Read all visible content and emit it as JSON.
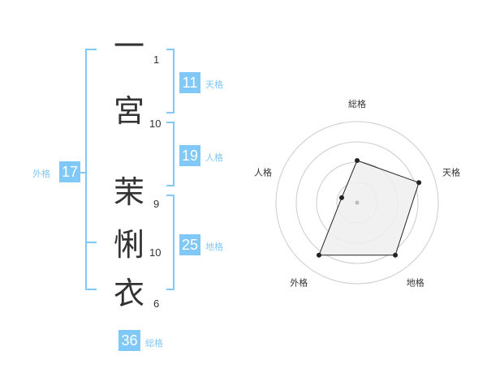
{
  "name": {
    "chars": [
      {
        "char": "一",
        "strokes": "1"
      },
      {
        "char": "宮",
        "strokes": "10"
      },
      {
        "char": "茉",
        "strokes": "9"
      },
      {
        "char": "悧",
        "strokes": "10"
      },
      {
        "char": "衣",
        "strokes": "6"
      }
    ]
  },
  "kaku": {
    "ten": {
      "value": "11",
      "label": "天格"
    },
    "jin": {
      "value": "19",
      "label": "人格"
    },
    "chi": {
      "value": "25",
      "label": "地格"
    },
    "gai": {
      "value": "17",
      "label": "外格"
    },
    "so": {
      "value": "36",
      "label": "総格"
    }
  },
  "colors": {
    "accent": "#7fc8f8",
    "text": "#333333",
    "grid": "#cccccc",
    "fill": "#eeeeee"
  },
  "chart_data": {
    "type": "radar",
    "axes": [
      "総格",
      "天格",
      "地格",
      "外格",
      "人格"
    ],
    "values": [
      0.52,
      0.8,
      0.8,
      0.8,
      0.2
    ],
    "rings": 4,
    "range": [
      0,
      1
    ]
  }
}
